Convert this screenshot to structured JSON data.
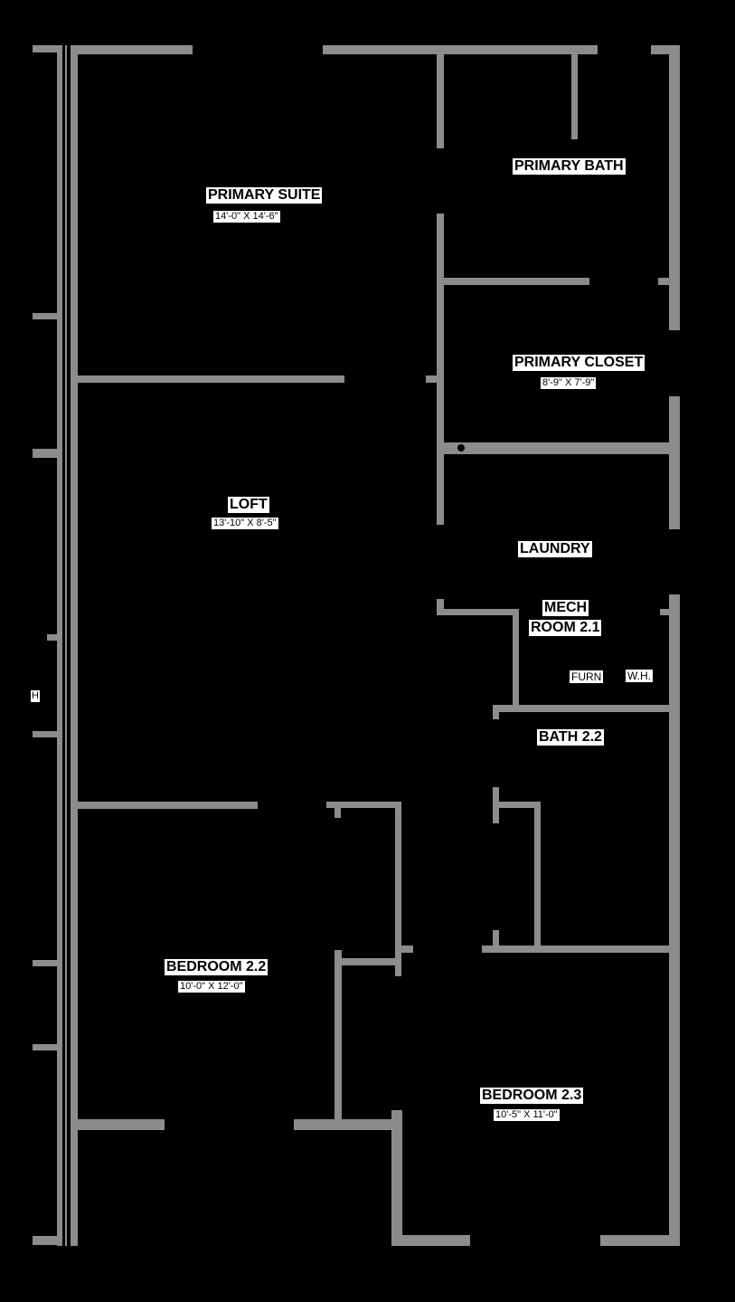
{
  "rooms": {
    "primary_suite": {
      "name": "PRIMARY SUITE",
      "dims": "14'-0\" X 14'-6\""
    },
    "primary_bath": {
      "name": "PRIMARY BATH"
    },
    "primary_closet": {
      "name": "PRIMARY CLOSET",
      "dims": "8'-9\" X 7'-9\""
    },
    "loft": {
      "name": "LOFT",
      "dims": "13'-10\" X 8'-5\""
    },
    "laundry": {
      "name": "LAUNDRY"
    },
    "mech_room": {
      "name_line1": "MECH",
      "name_line2": "ROOM 2.1"
    },
    "bath_22": {
      "name": "BATH 2.2"
    },
    "bedroom_22": {
      "name": "BEDROOM 2.2",
      "dims": "10'-0\" X 12'-0\""
    },
    "bedroom_23": {
      "name": "BEDROOM 2.3",
      "dims": "10'-5\" X 11'-0\""
    }
  },
  "fixtures": {
    "furnace": "FURN",
    "water_heater": "W.H.",
    "edge_mark": "H"
  },
  "colors": {
    "background": "#000000",
    "wall": "#8c8c8c",
    "label_bg": "#ffffff",
    "label_text": "#000000"
  }
}
